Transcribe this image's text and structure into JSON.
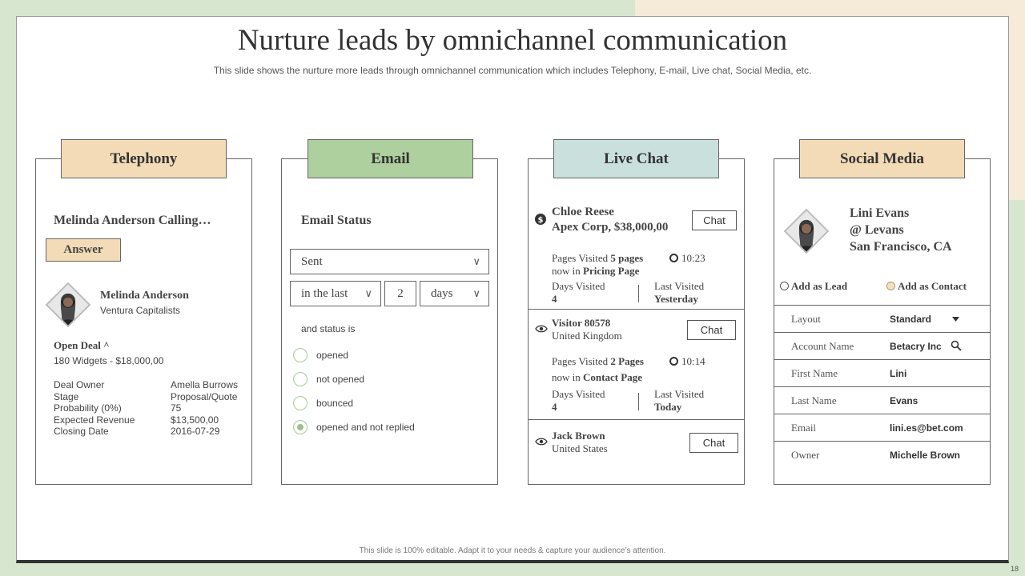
{
  "slide": {
    "title": "Nurture leads by omnichannel communication",
    "subtitle": "This slide shows the nurture more leads through omnichannel communication which includes Telephony, E-mail, Live chat, Social Media, etc.",
    "footer": "This slide is 100% editable.  Adapt it to your needs & capture your audience’s attention.",
    "page_number": "18"
  },
  "colors": {
    "telephony_tab": "#f3dbb7",
    "email_tab": "#aecf9e",
    "livechat_tab": "#c9e0dd",
    "social_tab": "#f3dbb7"
  },
  "telephony": {
    "tab": "Telephony",
    "calling": "Melinda Anderson Calling…",
    "answer": "Answer",
    "contact_name": "Melinda Anderson",
    "contact_company": "Ventura Capitalists",
    "open_deal": "Open Deal ^",
    "widgets": "180 Widgets - $18,000,00",
    "details": [
      {
        "k": "Deal Owner",
        "v": "Amella Burrows"
      },
      {
        "k": "Stage",
        "v": "Proposal/Quote"
      },
      {
        "k": "Probability (0%)",
        "v": "75"
      },
      {
        "k": "Expected Revenue",
        "v": "$13,500,00"
      },
      {
        "k": "Closing Date",
        "v": "2016-07-29"
      }
    ]
  },
  "email": {
    "tab": "Email",
    "status_label": "Email Status",
    "status_value": "Sent",
    "range_label": "in the last",
    "range_value": "2",
    "range_unit": "days",
    "and_status": "and status is",
    "options": [
      "opened",
      "not opened",
      "bounced",
      "opened and not replied"
    ],
    "selected_option": "opened and not replied"
  },
  "livechat": {
    "tab": "Live Chat",
    "chat_label": "Chat",
    "visitors": [
      {
        "name": "Chloe Reese",
        "company": "Apex Corp, $38,000,00",
        "pages_prefix": "Pages Visited ",
        "pages": "5 pages",
        "time": "10:23",
        "now_prefix": "now in ",
        "now_page": "Pricing Page",
        "days_label": "Days Visited",
        "days": "4",
        "last_label": "Last Visited",
        "last": "Yesterday"
      },
      {
        "name": "Visitor 80578",
        "company": "United Kingdom",
        "pages_prefix": "Pages Visited ",
        "pages": "2 Pages",
        "time": "10:14",
        "now_prefix": "now in ",
        "now_page": "Contact Page",
        "days_label": "Days Visited",
        "days": "4",
        "last_label": "Last Visited",
        "last": "Today"
      },
      {
        "name": "Jack Brown",
        "company": "United States"
      }
    ]
  },
  "social": {
    "tab": "Social Media",
    "name": "Lini Evans",
    "handle": "@ Levans",
    "location": "San Francisco, CA",
    "add_lead": "Add as Lead",
    "add_contact": "Add as Contact",
    "rows": [
      {
        "k": "Layout",
        "v": "Standard"
      },
      {
        "k": "Account Name",
        "v": "Betacry Inc"
      },
      {
        "k": "First Name",
        "v": "Lini"
      },
      {
        "k": "Last Name",
        "v": "Evans"
      },
      {
        "k": "Email",
        "v": "lini.es@bet.com"
      },
      {
        "k": "Owner",
        "v": "Michelle Brown"
      }
    ]
  }
}
